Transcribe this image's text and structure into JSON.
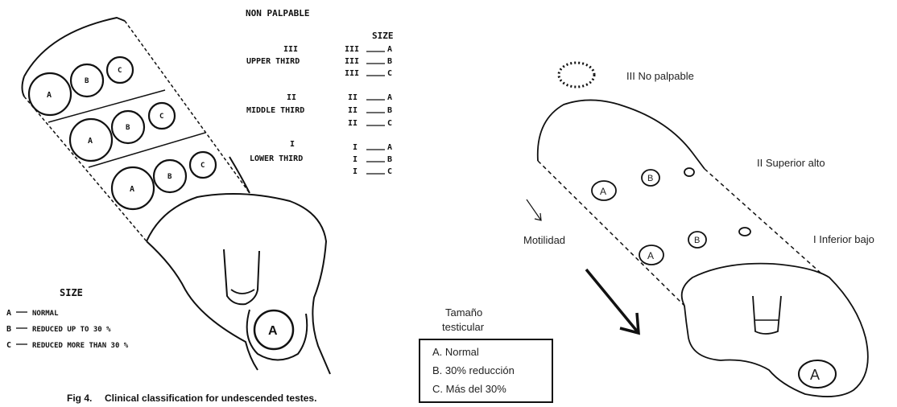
{
  "left_figure": {
    "title": "NON PALPABLE",
    "size_heading": "SIZE",
    "levels": [
      {
        "roman": "III",
        "label": "UPPER THIRD",
        "rows": [
          "III",
          "III",
          "III"
        ],
        "letters": [
          "A",
          "B",
          "C"
        ]
      },
      {
        "roman": "II",
        "label": "MIDDLE THIRD",
        "rows": [
          "II",
          "II",
          "II"
        ],
        "letters": [
          "A",
          "B",
          "C"
        ]
      },
      {
        "roman": "I",
        "label": "LOWER THIRD",
        "rows": [
          "I",
          "I",
          "I"
        ],
        "letters": [
          "A",
          "B",
          "C"
        ]
      }
    ],
    "circle_labels": [
      "A",
      "B",
      "C"
    ],
    "scrotum_label": "A",
    "size_legend": {
      "heading": "SIZE",
      "items": [
        {
          "letter": "A",
          "text": "NORMAL"
        },
        {
          "letter": "B",
          "text": "REDUCED UP TO 30 %"
        },
        {
          "letter": "C",
          "text": "REDUCED MORE THAN 30 %"
        }
      ]
    },
    "caption": {
      "number": "Fig 4.",
      "text": "Clinical classification for undescended testes."
    }
  },
  "right_figure": {
    "label_no_palpable": "III No palpable",
    "label_superior": "II Superior alto",
    "label_inferior": "I Inferior bajo",
    "label_motilidad": "Motilidad",
    "circle_labels": [
      "A",
      "B"
    ],
    "scrotum_label": "A",
    "legend": {
      "title_line1": "Tamaño",
      "title_line2": "testicular",
      "items": [
        "A. Normal",
        "B. 30% reducción",
        "C. Más del 30%"
      ]
    }
  }
}
